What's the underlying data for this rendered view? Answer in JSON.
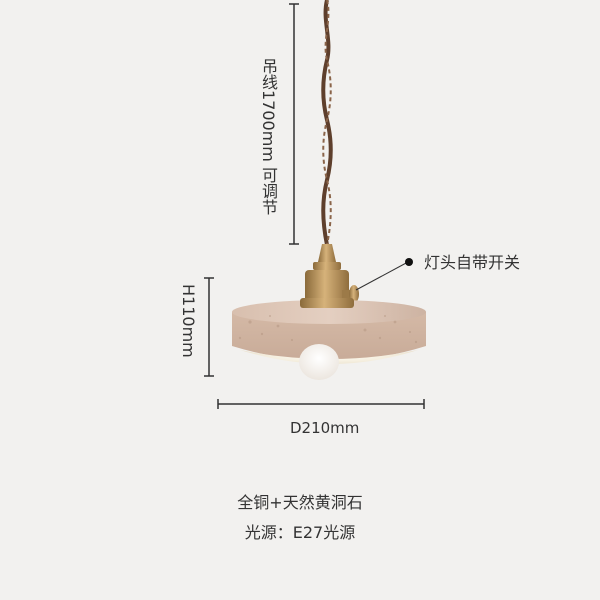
{
  "annotations": {
    "cord_length": "吊线1700mm 可调节",
    "height": "H110mm",
    "diameter": "D210mm",
    "switch_note": "灯头自带开关"
  },
  "caption": {
    "material": "全铜+天然黄洞石",
    "light_source": "光源：E27光源"
  },
  "colors": {
    "background": "#f2f1ef",
    "stone": "#d9c2b3",
    "brass": "#b8925a",
    "cord": "#6b4a35",
    "dimension_line": "#333333"
  }
}
